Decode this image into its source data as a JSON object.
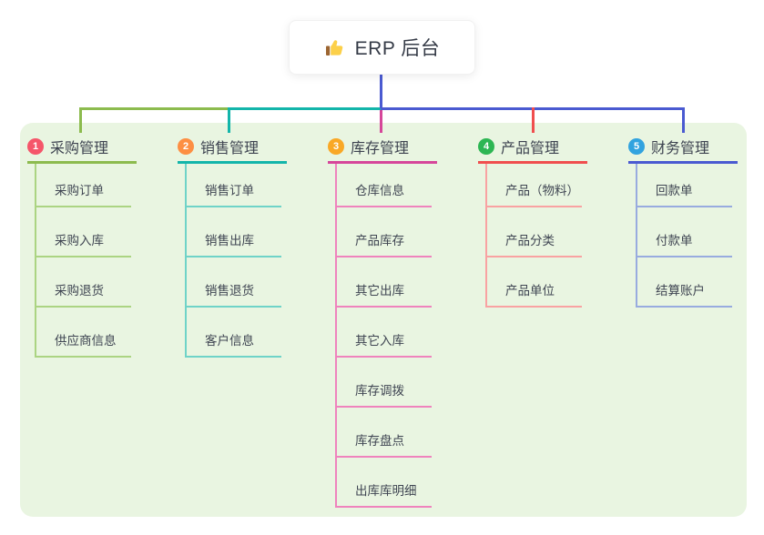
{
  "page": {
    "bg": "#ffffff",
    "panel_bg": "#e9f5e1",
    "text_color": "#3f4552"
  },
  "root": {
    "title": "ERP 后台",
    "icon": "thumbs-up-icon",
    "line_color": "#4a5ad1"
  },
  "branches": [
    {
      "num": "1",
      "label": "采购管理",
      "badge_color": "#f5566a",
      "line_color": "#8cbb4e",
      "child_line_color": "#abd482",
      "children": [
        "采购订单",
        "采购入库",
        "采购退货",
        "供应商信息"
      ]
    },
    {
      "num": "2",
      "label": "销售管理",
      "badge_color": "#fd8f43",
      "line_color": "#13b5aa",
      "child_line_color": "#6fd3c8",
      "children": [
        "销售订单",
        "销售出库",
        "销售退货",
        "客户信息"
      ]
    },
    {
      "num": "3",
      "label": "库存管理",
      "badge_color": "#f9a826",
      "line_color": "#d6469a",
      "child_line_color": "#ef83bd",
      "children": [
        "仓库信息",
        "产品库存",
        "其它出库",
        "其它入库",
        "库存调拨",
        "库存盘点",
        "出库库明细"
      ]
    },
    {
      "num": "4",
      "label": "产品管理",
      "badge_color": "#2db653",
      "line_color": "#f04e4e",
      "child_line_color": "#f9a2a2",
      "children": [
        "产品（物料）",
        "产品分类",
        "产品单位"
      ]
    },
    {
      "num": "5",
      "label": "财务管理",
      "badge_color": "#32a3df",
      "line_color": "#4a5ad1",
      "child_line_color": "#98abdf",
      "children": [
        "回款单",
        "付款单",
        "结算账户"
      ]
    }
  ]
}
